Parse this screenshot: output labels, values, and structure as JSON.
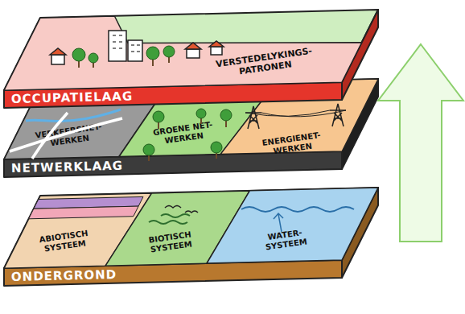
{
  "diagram": {
    "nodes": [
      {
        "text": [
          "OCCUPATIELAAG"
        ]
      },
      {
        "text": [
          "VERSTEDELYKINGS- PATRONEN"
        ],
        "in": 0
      },
      {
        "text": [
          "NETWERKLAAG"
        ]
      },
      {
        "text": [
          "VERKEERSNET- WERKEN"
        ],
        "in": 2
      },
      {
        "text": [
          "GROENE NET- WERKEN"
        ],
        "in": 2
      },
      {
        "text": [
          "ENERGIENET- WERKEN"
        ],
        "in": 2
      },
      {
        "text": [
          "ONDERGROND"
        ]
      },
      {
        "text": [
          "ABIOTISCH SYSTEEM"
        ],
        "in": 6
      },
      {
        "text": [
          "BIOTISCH SYSTEEM"
        ],
        "in": 6
      },
      {
        "text": [
          "WATER- SYSTEEM"
        ],
        "in": 6
      }
    ]
  }
}
